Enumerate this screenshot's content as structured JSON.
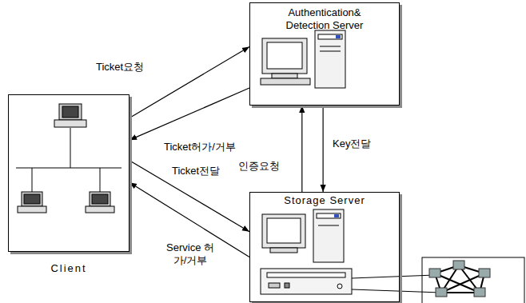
{
  "diagram": {
    "nodes": [
      {
        "text": [
          "Client"
        ]
      },
      {
        "text": [
          "Authentication& Detection Server"
        ]
      },
      {
        "text": [
          "Storage Server"
        ]
      }
    ],
    "edges": [
      {
        "from": 0,
        "to": 1,
        "arrow": "to",
        "label": "Ticket요청"
      },
      {
        "from": 1,
        "to": 0,
        "arrow": "to",
        "label": "Ticket허가/거부"
      },
      {
        "from": 0,
        "to": 2,
        "arrow": "to",
        "label": "Ticket전달"
      },
      {
        "from": 2,
        "to": 0,
        "arrow": "to",
        "label": "Service 허가/거부"
      },
      {
        "from": 2,
        "to": 1,
        "arrow": "to",
        "label": "인증요청"
      },
      {
        "from": 1,
        "to": 2,
        "arrow": "to",
        "label": "Key전달"
      }
    ]
  }
}
